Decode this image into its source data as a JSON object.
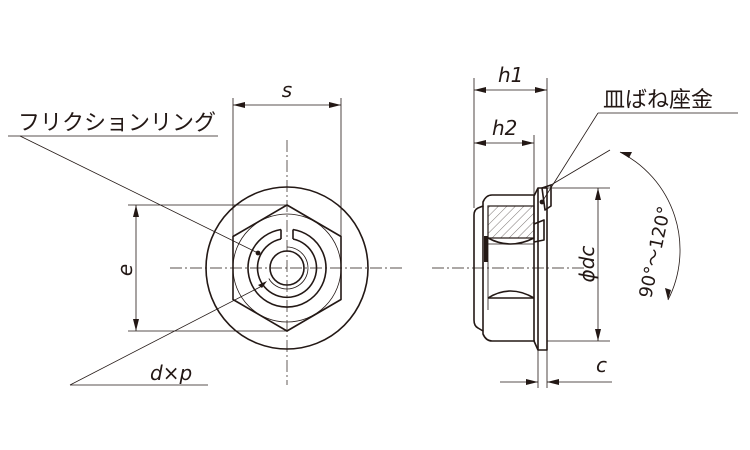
{
  "labels": {
    "friction_ring": "フリクションリング",
    "disc_spring_washer": "皿ばね座金",
    "width_across_flats": "s",
    "width_across_corners": "e",
    "thread": "d×p",
    "height_total": "h1",
    "height_hex": "h2",
    "flange_diameter": "ϕdc",
    "flange_thickness": "c",
    "spring_angle": "90°～120°"
  },
  "colors": {
    "line": "#231815",
    "background": "#ffffff"
  }
}
